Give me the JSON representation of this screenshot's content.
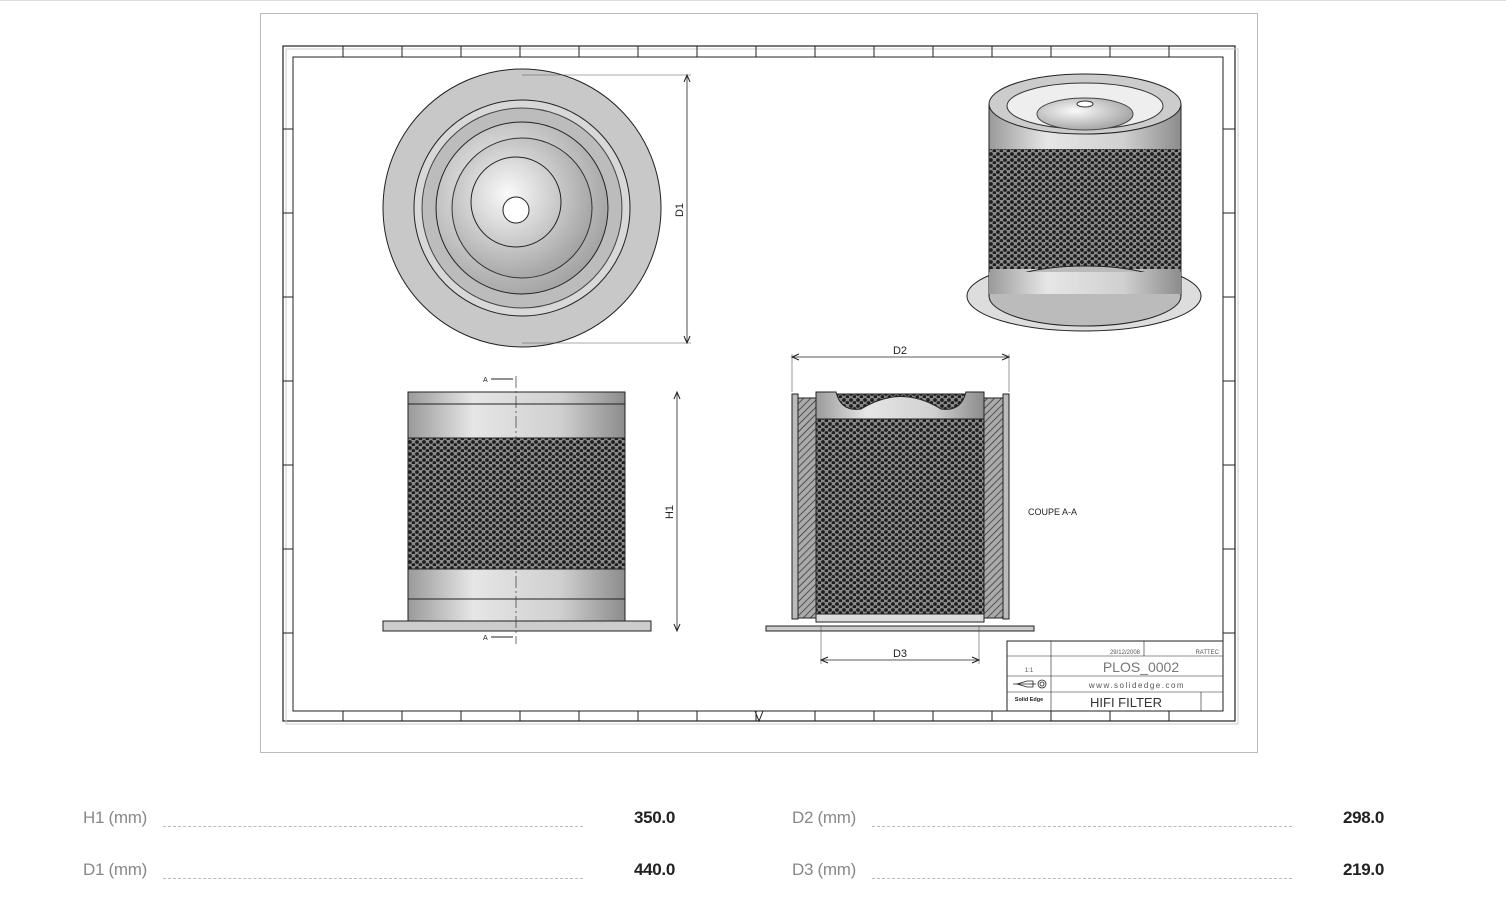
{
  "drawing": {
    "dim_d1": "D1",
    "dim_h1": "H1",
    "dim_d2": "D2",
    "dim_d3": "D3",
    "section_mark": "A",
    "section_label": "COUPE A-A",
    "title_block": {
      "date": "29/12/2008",
      "author": "RATTEC",
      "scale": "1:1",
      "drawing_number": "PLOS_0002",
      "website": "www.solidedge.com",
      "title": "HIFI FILTER",
      "software": "Solid Edge"
    }
  },
  "specs": [
    {
      "label": "H1 (mm)",
      "value": "350.0"
    },
    {
      "label": "D1 (mm)",
      "value": "440.0"
    },
    {
      "label": "D2 (mm)",
      "value": "298.0"
    },
    {
      "label": "D3 (mm)",
      "value": "219.0"
    }
  ]
}
